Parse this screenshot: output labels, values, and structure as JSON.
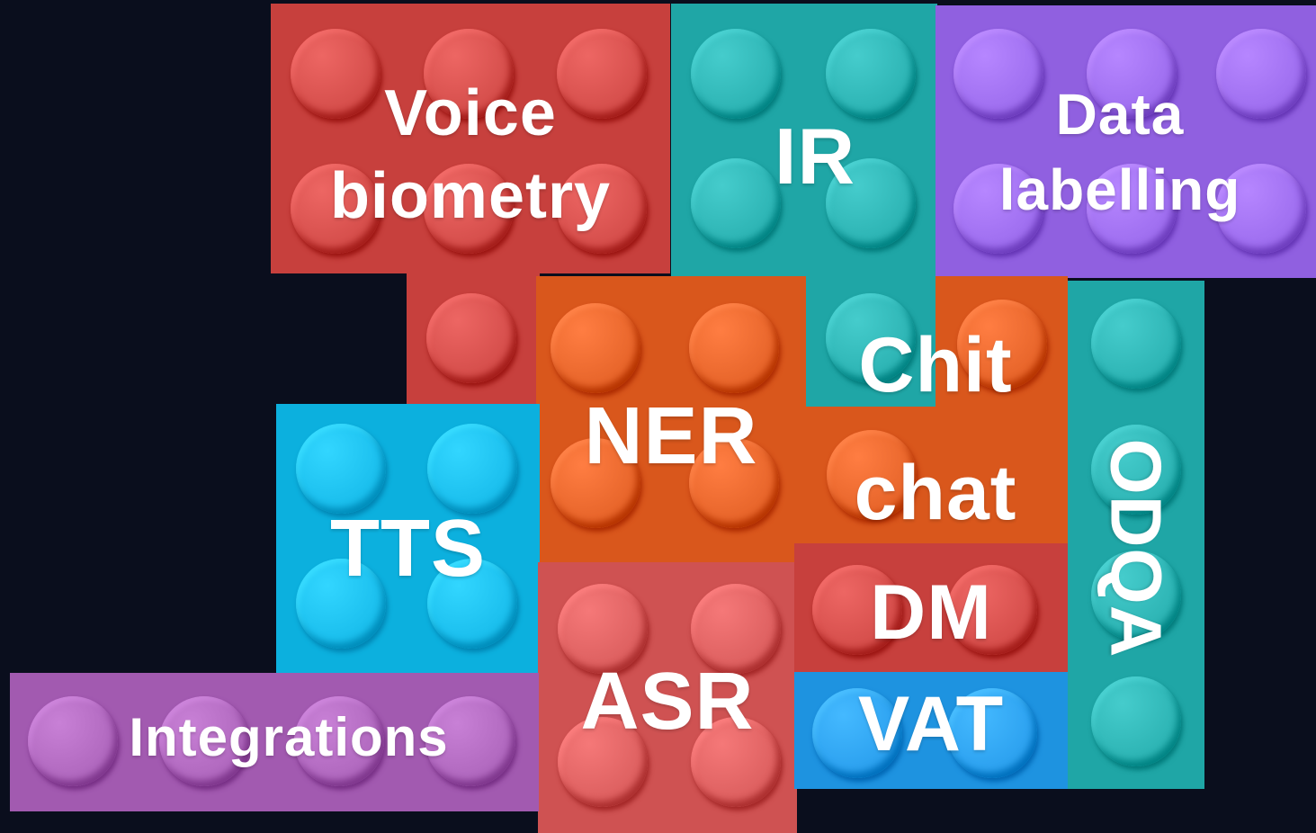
{
  "labels": {
    "voice_line1": "Voice",
    "voice_line2": "biometry",
    "ir": "IR",
    "data_line1": "Data",
    "data_line2": "labelling",
    "ner": "NER",
    "chit_line1": "Chit",
    "chit_line2": "chat",
    "odqa": "ODQA",
    "tts": "TTS",
    "dm": "DM",
    "vat": "VAT",
    "asr": "ASR",
    "integrations": "Integrations"
  },
  "colors": {
    "background": "#0a0e1d",
    "red": "#c7403d",
    "teal": "#1fa6a6",
    "purple": "#9060e0",
    "orange": "#d9571c",
    "cyan": "#0cb0de",
    "blue": "#1e93e0",
    "salmon": "#cf5252",
    "violet": "#a25ab0"
  }
}
